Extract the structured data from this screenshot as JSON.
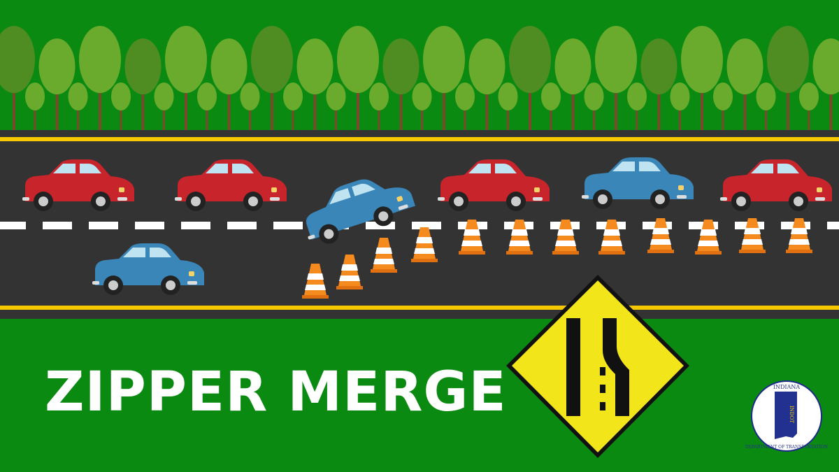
{
  "title": "ZIPPER MERGE",
  "logo": {
    "top_text": "INDIANA",
    "ring_text": "DEPARTMENT OF TRANSPORTATION",
    "abbrev": "INDOT"
  },
  "sign": {
    "meaning": "lane-ends-merge-left",
    "color": "#f2e51a"
  },
  "colors": {
    "grass": "#0b8a12",
    "road": "#333333",
    "road_edge_line": "#f5c800",
    "lane_dash": "#ffffff",
    "car_red": "#c8242b",
    "car_blue": "#3a86b8",
    "cone": "#f58a1f",
    "tree_light": "#6aab2e",
    "tree_dark": "#4f8d22",
    "trunk": "#7a4a2a"
  }
}
